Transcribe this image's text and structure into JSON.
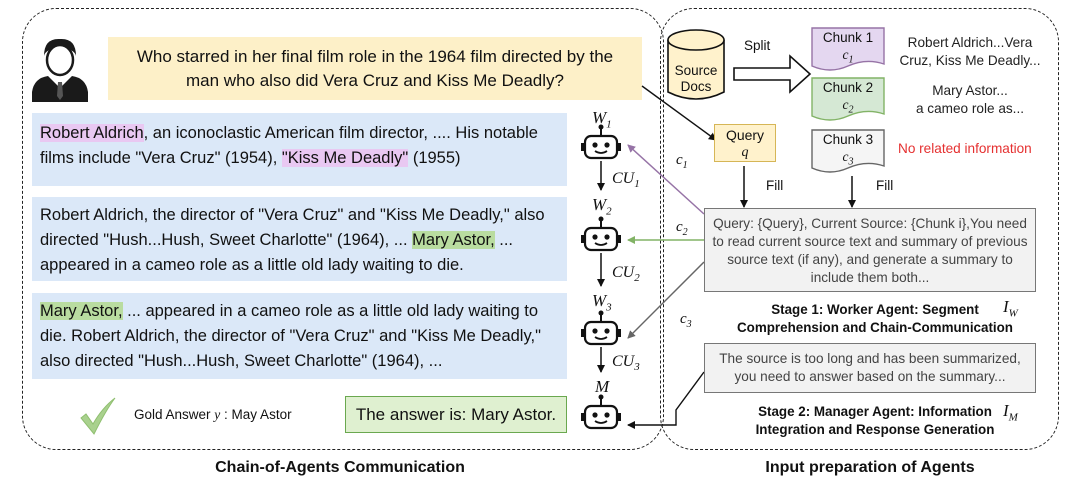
{
  "question": "Who starred in her final film role in the 1964 film directed by the man who also did Vera Cruz and Kiss Me Deadly?",
  "passages": [
    {
      "p1": "Robert Aldrich",
      "p2": ", an iconoclastic American film director, .... His notable films include \"Vera Cruz\" (1954), ",
      "p3": "\"Kiss Me Deadly\"",
      "p4": " (1955)"
    },
    {
      "p1": "Robert Aldrich, the director of \"Vera Cruz\" and \"Kiss Me Deadly,\" also directed \"Hush...Hush, Sweet Charlotte\" (1964), ... ",
      "p2": "Mary Astor,",
      "p3": " ... appeared in a cameo role as a little old lady waiting to die."
    },
    {
      "p1": "Mary Astor,",
      "p2": " ... appeared in a cameo role as a little old lady waiting to die. Robert Aldrich, the director of \"Vera Cruz\" and \"Kiss Me Deadly,\" also directed \"Hush...Hush, Sweet Charlotte\" (1964), ..."
    }
  ],
  "gold_answer": {
    "prefix": "Gold Answer ",
    "var": "y",
    "suffix": " : May Astor"
  },
  "answer": "The answer is: Mary Astor.",
  "agents": [
    {
      "base": "W",
      "sub": "1"
    },
    {
      "base": "W",
      "sub": "2"
    },
    {
      "base": "W",
      "sub": "3"
    },
    {
      "base": "M",
      "sub": ""
    }
  ],
  "comm_units": [
    {
      "base": "CU",
      "sub": "1"
    },
    {
      "base": "CU",
      "sub": "2"
    },
    {
      "base": "CU",
      "sub": "3"
    }
  ],
  "edge_labels": [
    {
      "base": "c",
      "sub": "1"
    },
    {
      "base": "c",
      "sub": "2"
    },
    {
      "base": "c",
      "sub": "3"
    }
  ],
  "left_caption": "Chain-of-Agents Communication",
  "right_caption": "Input preparation of Agents",
  "source_docs": {
    "line1": "Source",
    "line2": "Docs"
  },
  "split_label": "Split",
  "chunks": [
    {
      "title": "Chunk 1",
      "var": "c",
      "sub": "1",
      "color": "#e4d7f0",
      "stroke": "#9673a6",
      "text1": "Robert Aldrich...Vera",
      "text2": "Cruz, Kiss Me Deadly..."
    },
    {
      "title": "Chunk 2",
      "var": "c",
      "sub": "2",
      "color": "#d5e8d4",
      "stroke": "#82b366",
      "text1": "Mary Astor...",
      "text2": "a cameo role as..."
    },
    {
      "title": "Chunk 3",
      "var": "c",
      "sub": "3",
      "color": "#f5f5f5",
      "stroke": "#666666",
      "text1": "No related information",
      "text2": ""
    }
  ],
  "query_box": {
    "line1": "Query",
    "line2": "q"
  },
  "fill_label": "Fill",
  "worker_prompt": "Query: {Query}, Current Source: {Chunk i},You need to read current source text and summary of previous source text (if any), and generate a summary to include them both...",
  "stage1": {
    "line1": "Stage 1: Worker Agent: Segment",
    "line2": "Comprehension and Chain-Communication",
    "var": "I",
    "sub": "W"
  },
  "manager_prompt": "The source is too long and has been summarized, you need to answer based on the summary...",
  "stage2": {
    "line1": "Stage 2: Manager Agent: Information",
    "line2": "Integration and Response Generation",
    "var": "I",
    "sub": "M"
  },
  "colors": {
    "question_bg": "#fdf0c8",
    "passage_bg": "#dbe8f8",
    "purple_highlight": "#e9c8f2",
    "green_highlight": "#b9dca0",
    "no_info_red": "#e53030"
  }
}
